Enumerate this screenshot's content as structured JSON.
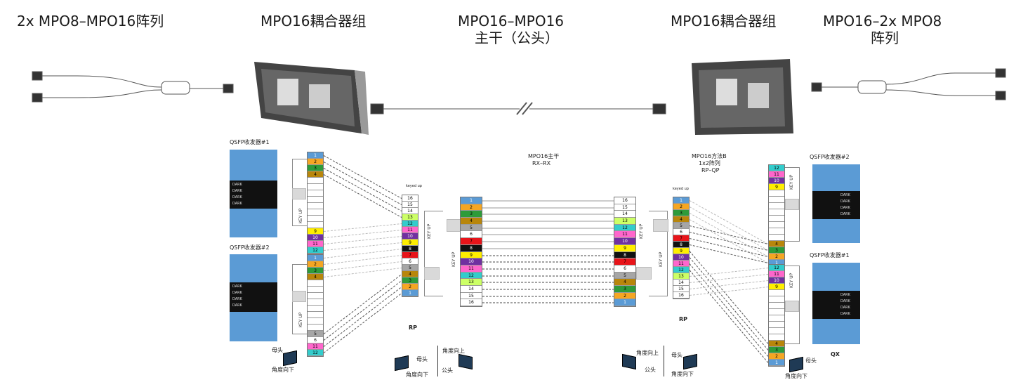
{
  "headers": {
    "left_array": "2x MPO8–MPO16阵列",
    "left_coupler": "MPO16耦合器组",
    "trunk_line1": "MPO16–MPO16",
    "trunk_line2": "主干（公头）",
    "right_coupler": "MPO16耦合器组",
    "right_array_line1": "MPO16–2x MPO8",
    "right_array_line2": "阵列"
  },
  "diagram": {
    "qsfp_left_1": "QSFP收发器#1",
    "qsfp_left_2": "QSFP收发器#2",
    "qsfp_right_2": "QSFP收发器#2",
    "qsfp_right_1": "QSFP收发器#1",
    "trunk_title": "MPO16主干",
    "trunk_sub": "RX–RX",
    "method_title": "MPO16方法B",
    "method_sub1": "1x2阵列",
    "method_sub2": "RP–QP",
    "rp_left": "RP",
    "rp_right": "RP",
    "qx": "QX",
    "key_up": "KEY UP",
    "keyed_up_left": "keyed up",
    "keyed_up_right": "keyed up",
    "channel_labels": [
      "DARK",
      "DARK",
      "DARK",
      "DARK"
    ]
  },
  "legend": {
    "female_1": "母头",
    "angle_down_1": "角度向下",
    "female_2": "母头",
    "angle_down_2": "角度向下",
    "angle_up_1": "角度向上",
    "male_1": "公头",
    "angle_up_2": "角度向上",
    "male_2": "公头",
    "female_3": "母头",
    "angle_down_3": "角度向下",
    "female_4": "母头",
    "angle_down_4": "角度向下"
  },
  "fiber_colors": {
    "blue": "#5b9bd5",
    "orange": "#f5a623",
    "green": "#2e9b3a",
    "brown": "#b8860b",
    "slate": "#a6a6a6",
    "white": "#ffffff",
    "red": "#e8141a",
    "black": "#111111",
    "yellow": "#ffee00",
    "violet": "#7030a0",
    "rose": "#ff66cc",
    "aqua": "#33cccc",
    "lime": "#ccff66"
  },
  "left_small_1": [
    "1",
    "2",
    "3",
    "4",
    "",
    "",
    "",
    "",
    "",
    "",
    "",
    "",
    "9",
    "10",
    "11",
    "12"
  ],
  "left_small_2": [
    "1",
    "2",
    "3",
    "4",
    "",
    "",
    "",
    "",
    "",
    "",
    "",
    "",
    "5",
    "6",
    "11",
    "12"
  ],
  "coupler_left": [
    "16",
    "15",
    "14",
    "13",
    "12",
    "11",
    "10",
    "9",
    "8",
    "7",
    "6",
    "5",
    "4",
    "3",
    "2",
    "1"
  ],
  "trunk_left": [
    "1",
    "2",
    "3",
    "4",
    "5",
    "6",
    "7",
    "8",
    "9",
    "10",
    "11",
    "12",
    "13",
    "14",
    "15",
    "16"
  ],
  "trunk_right": [
    "16",
    "15",
    "14",
    "13",
    "12",
    "11",
    "10",
    "9",
    "8",
    "7",
    "6",
    "5",
    "4",
    "3",
    "2",
    "1"
  ],
  "coupler_right": [
    "1",
    "2",
    "3",
    "4",
    "5",
    "6",
    "7",
    "8",
    "9",
    "10",
    "11",
    "12",
    "13",
    "14",
    "15",
    "16"
  ],
  "right_small_2": [
    "12",
    "11",
    "10",
    "9",
    "",
    "",
    "",
    "",
    "",
    "",
    "",
    "",
    "4",
    "3",
    "2",
    "1"
  ],
  "right_small_1": [
    "12",
    "11",
    "10",
    "9",
    "",
    "",
    "",
    "",
    "",
    "",
    "",
    "",
    "4",
    "3",
    "2",
    "1"
  ]
}
